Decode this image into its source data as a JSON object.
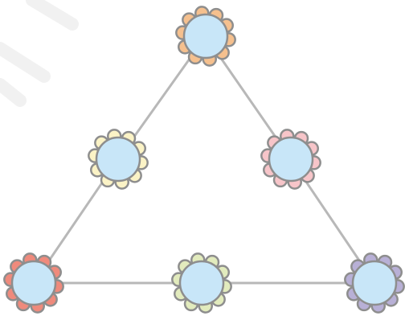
{
  "diagram": {
    "type": "triangle-node-graph",
    "colors": {
      "background": "#ffffff",
      "edge": "#b8b8b8",
      "watermark": "#f1f1f1",
      "node_fill": "#c8e6f8",
      "node_outline": "#8e8e8e"
    },
    "nodes": [
      {
        "id": "top",
        "petal_color": "#f5c08e"
      },
      {
        "id": "mid-left",
        "petal_color": "#fbf3c6"
      },
      {
        "id": "mid-right",
        "petal_color": "#f7c5c9"
      },
      {
        "id": "bottom-left",
        "petal_color": "#ef8a7c"
      },
      {
        "id": "bottom-mid",
        "petal_color": "#e2ebbd"
      },
      {
        "id": "bottom-right",
        "petal_color": "#b8b0d6"
      }
    ],
    "edges": [
      [
        "top",
        "mid-left"
      ],
      [
        "mid-left",
        "bottom-left"
      ],
      [
        "top",
        "mid-right"
      ],
      [
        "mid-right",
        "bottom-right"
      ],
      [
        "bottom-left",
        "bottom-mid"
      ],
      [
        "bottom-mid",
        "bottom-right"
      ]
    ]
  }
}
